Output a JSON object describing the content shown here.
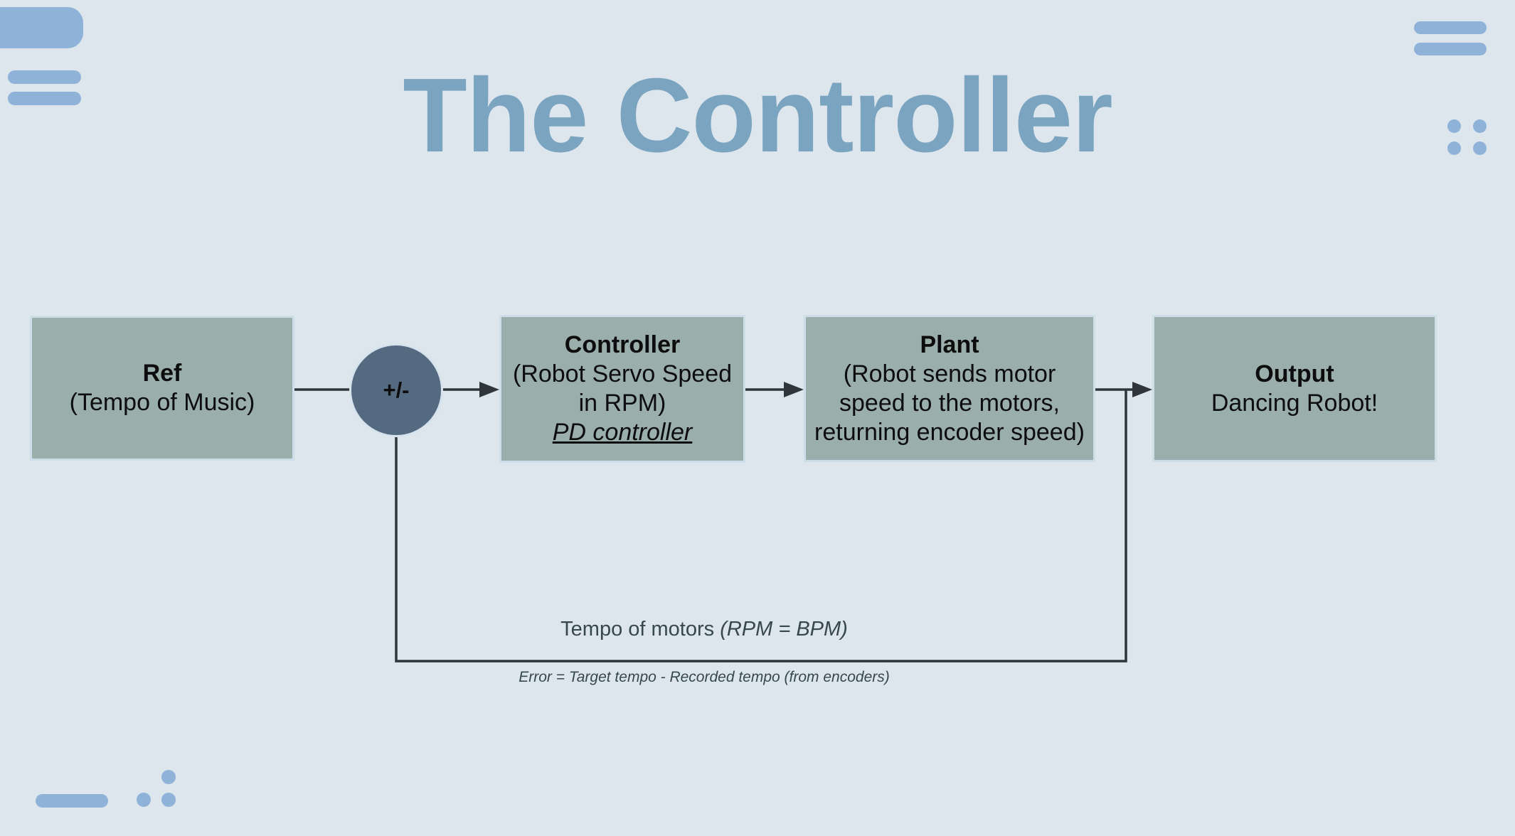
{
  "slide": {
    "title": "The Controller"
  },
  "colors": {
    "background": "#dde6ed",
    "title_text": "#7ba4c0",
    "decoration": "#8fb3d8",
    "block_fill": "#9aaeab",
    "block_border": "#cddee9",
    "sum_node_fill": "#546a80",
    "connector_line": "#2e363a",
    "block_text": "#0d0d0d",
    "label_text": "#37474f"
  },
  "diagram": {
    "sum_node": {
      "label": "+/-"
    },
    "blocks": {
      "ref": {
        "name": "Ref",
        "desc": "(Tempo of Music)"
      },
      "controller": {
        "name": "Controller",
        "desc": "(Robot Servo Speed in RPM)",
        "note": "PD controller"
      },
      "plant": {
        "name": "Plant",
        "desc": "(Robot sends motor speed to the motors, returning encoder speed)"
      },
      "output": {
        "name": "Output",
        "desc": "Dancing Robot!"
      }
    },
    "feedback": {
      "label": "Tempo of motors ",
      "label_italic": "(RPM = BPM)",
      "error_label": "Error = Target tempo - Recorded tempo (from encoders)"
    }
  }
}
